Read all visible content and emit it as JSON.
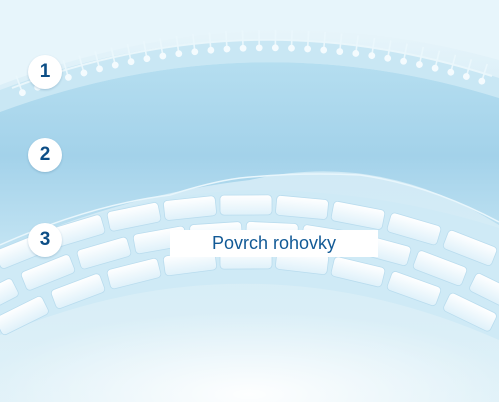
{
  "layers": [
    {
      "number": "1"
    },
    {
      "number": "2"
    },
    {
      "number": "3"
    }
  ],
  "surface_label": "Povrch rohovky",
  "colors": {
    "background": "#d9eef7",
    "tear_film": "#bfe2f1",
    "aqueous_layer": "#a9d6ec",
    "epithelium_bg": "#cde9f6",
    "cell_brick": "#f4fbff",
    "badge_text": "#0c4e86",
    "label_text": "#125a96"
  }
}
